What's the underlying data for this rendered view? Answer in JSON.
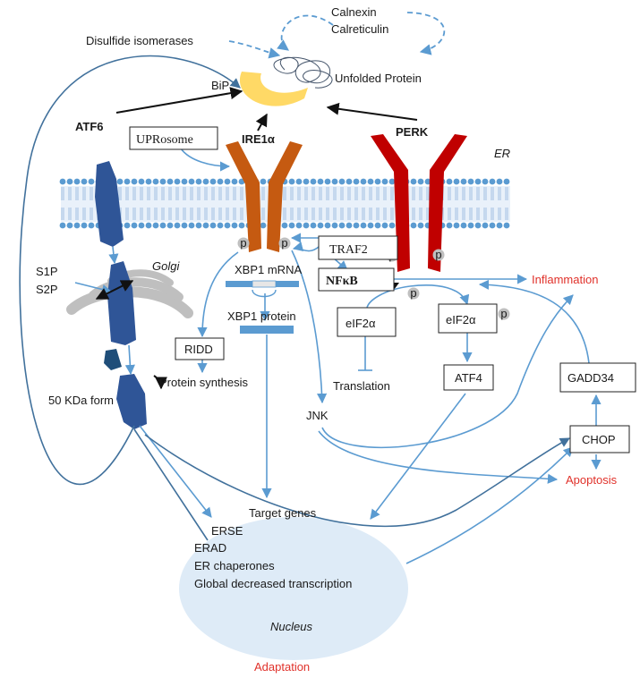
{
  "labels": {
    "calnexin": "Calnexin",
    "calreticulin": "Calreticulin",
    "disulfide": "Disulfide isomerases",
    "unfolded": "Unfolded Protein",
    "bip": "BiP",
    "atf6": "ATF6",
    "ire1a": "IRE1α",
    "perk": "PERK",
    "uprosome": "UPRosome",
    "er": "ER",
    "s1p": "S1P",
    "s2p": "S2P",
    "golgi": "Golgi",
    "traf2": "TRAF2",
    "xbp1_mrna": "XBP1 mRNA",
    "xbp1_protein": "XBP1 protein",
    "nfkb": "NFκB",
    "inflammation": "Inflammation",
    "eif2a_1": "eIF2α",
    "eif2a_2": "eIF2α",
    "ridd": "RIDD",
    "protein_synthesis": "Protein synthesis",
    "translation": "Translation",
    "atf4": "ATF4",
    "gadd34": "GADD34",
    "form50": "50 KDa form",
    "jnk": "JNK",
    "chop": "CHOP",
    "apoptosis": "Apoptosis",
    "target_genes": "Target genes",
    "erse": "ERSE",
    "erad": "ERAD",
    "er_chaperones": "ER chaperones",
    "global_decreased": "Global decreased transcription",
    "nucleus": "Nucleus",
    "adaptation": "Adaptation",
    "phospho": "p"
  },
  "colors": {
    "arrow": "#5b9bd1",
    "arrow_dark": "#41719c",
    "ire1": "#c55a11",
    "perk": "#c00000",
    "atf6": "#2f5597",
    "bip": "#ffd966",
    "nucleus": "#deebf7",
    "membrane": "#5b9bd1",
    "golgi": "#bfbfbf",
    "red_text": "#e0312a"
  }
}
